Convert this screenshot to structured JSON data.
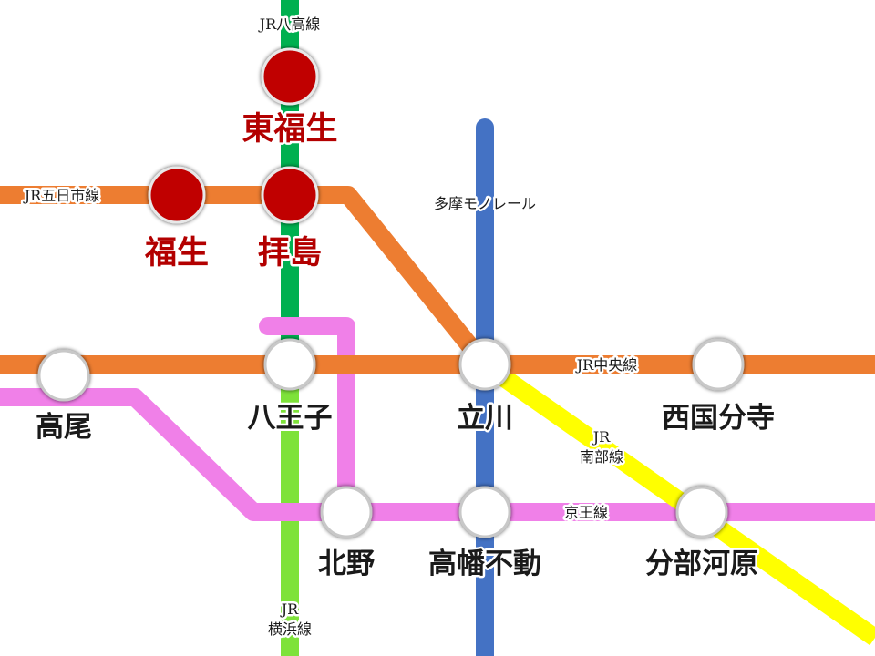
{
  "colors": {
    "jr_hachiko": "#00b050",
    "jr_yokohama": "#7ee23a",
    "jr_itsukaichi": "#ed7d31",
    "jr_chuo": "#ed7d31",
    "jr_nambu": "#ffff00",
    "tama_monorail": "#4472c4",
    "keio": "#f080e8",
    "highlight_station": "#c00000"
  },
  "lines": {
    "jr_hachiko": "JR八高線",
    "jr_itsukaichi": "JR五日市線",
    "tama_monorail": "多摩モノレール",
    "jr_chuo": "JR中央線",
    "jr_nambu_1": "JR",
    "jr_nambu_2": "南部線",
    "keio": "京王線",
    "jr_yokohama_1": "JR",
    "jr_yokohama_2": "横浜線"
  },
  "stations": {
    "higashi_fussa": "東福生",
    "fussa": "福生",
    "haijima": "拝島",
    "takao": "高尾",
    "hachioji": "八王子",
    "tachikawa": "立川",
    "nishikokubunji": "西国分寺",
    "kitano": "北野",
    "takahata_fudo": "高幡不動",
    "bubaigawara": "分部河原"
  }
}
